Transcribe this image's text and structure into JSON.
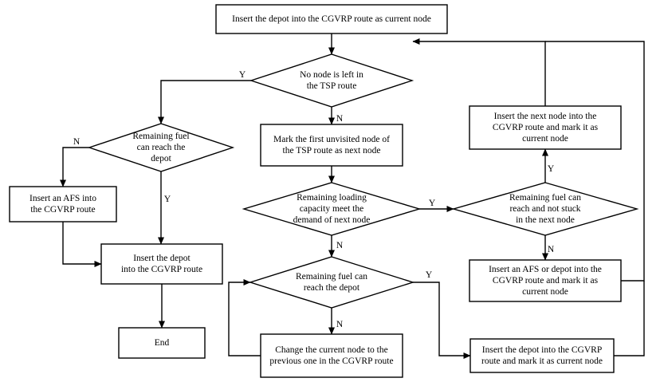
{
  "flowchart": {
    "nodes": [
      {
        "id": "start",
        "shape": "rect",
        "lines": [
          "Insert the depot into the CGVRP route as current node"
        ]
      },
      {
        "id": "d_no_node",
        "shape": "diamond",
        "lines": [
          "No node is left in",
          "the TSP route"
        ]
      },
      {
        "id": "d_fuel_depot_left",
        "shape": "diamond",
        "lines": [
          "Remaining fuel",
          "can reach the",
          "depot"
        ]
      },
      {
        "id": "mark_first",
        "shape": "rect",
        "lines": [
          "Mark the first unvisited node of",
          "the TSP route as next node"
        ]
      },
      {
        "id": "insert_next",
        "shape": "rect",
        "lines": [
          "Insert the next node into the",
          "CGVRP route and mark it as",
          "current node"
        ]
      },
      {
        "id": "insert_afs_left",
        "shape": "rect",
        "lines": [
          "Insert an AFS into",
          "the CGVRP route"
        ]
      },
      {
        "id": "d_capacity",
        "shape": "diamond",
        "lines": [
          "Remaining loading",
          "capacity meet the",
          "demand of next node"
        ]
      },
      {
        "id": "d_fuel_next",
        "shape": "diamond",
        "lines": [
          "Remaining fuel can",
          "reach and not stuck",
          "in the next node"
        ]
      },
      {
        "id": "insert_depot_left",
        "shape": "rect",
        "lines": [
          "Insert the depot",
          "into the CGVRP route"
        ]
      },
      {
        "id": "d_fuel_depot_mid",
        "shape": "diamond",
        "lines": [
          "Remaining fuel can",
          "reach the depot"
        ]
      },
      {
        "id": "insert_afs_right",
        "shape": "rect",
        "lines": [
          "Insert an AFS or depot into the",
          "CGVRP route and mark it as",
          "current node"
        ]
      },
      {
        "id": "end",
        "shape": "rect",
        "lines": [
          "End"
        ]
      },
      {
        "id": "change_current",
        "shape": "rect",
        "lines": [
          "Change the current node to the",
          "previous one in the CGVRP route"
        ]
      },
      {
        "id": "insert_depot_right",
        "shape": "rect",
        "lines": [
          "Insert the depot into the CGVRP",
          "route and mark it as current node"
        ]
      }
    ],
    "edge_labels": {
      "no_node_yes": "Y",
      "no_node_no": "N",
      "fuel_left_no": "N",
      "fuel_left_yes": "Y",
      "capacity_yes": "Y",
      "capacity_no": "N",
      "fuel_next_yes": "Y",
      "fuel_next_no": "N",
      "fuel_mid_yes": "Y",
      "fuel_mid_no": "N"
    }
  }
}
